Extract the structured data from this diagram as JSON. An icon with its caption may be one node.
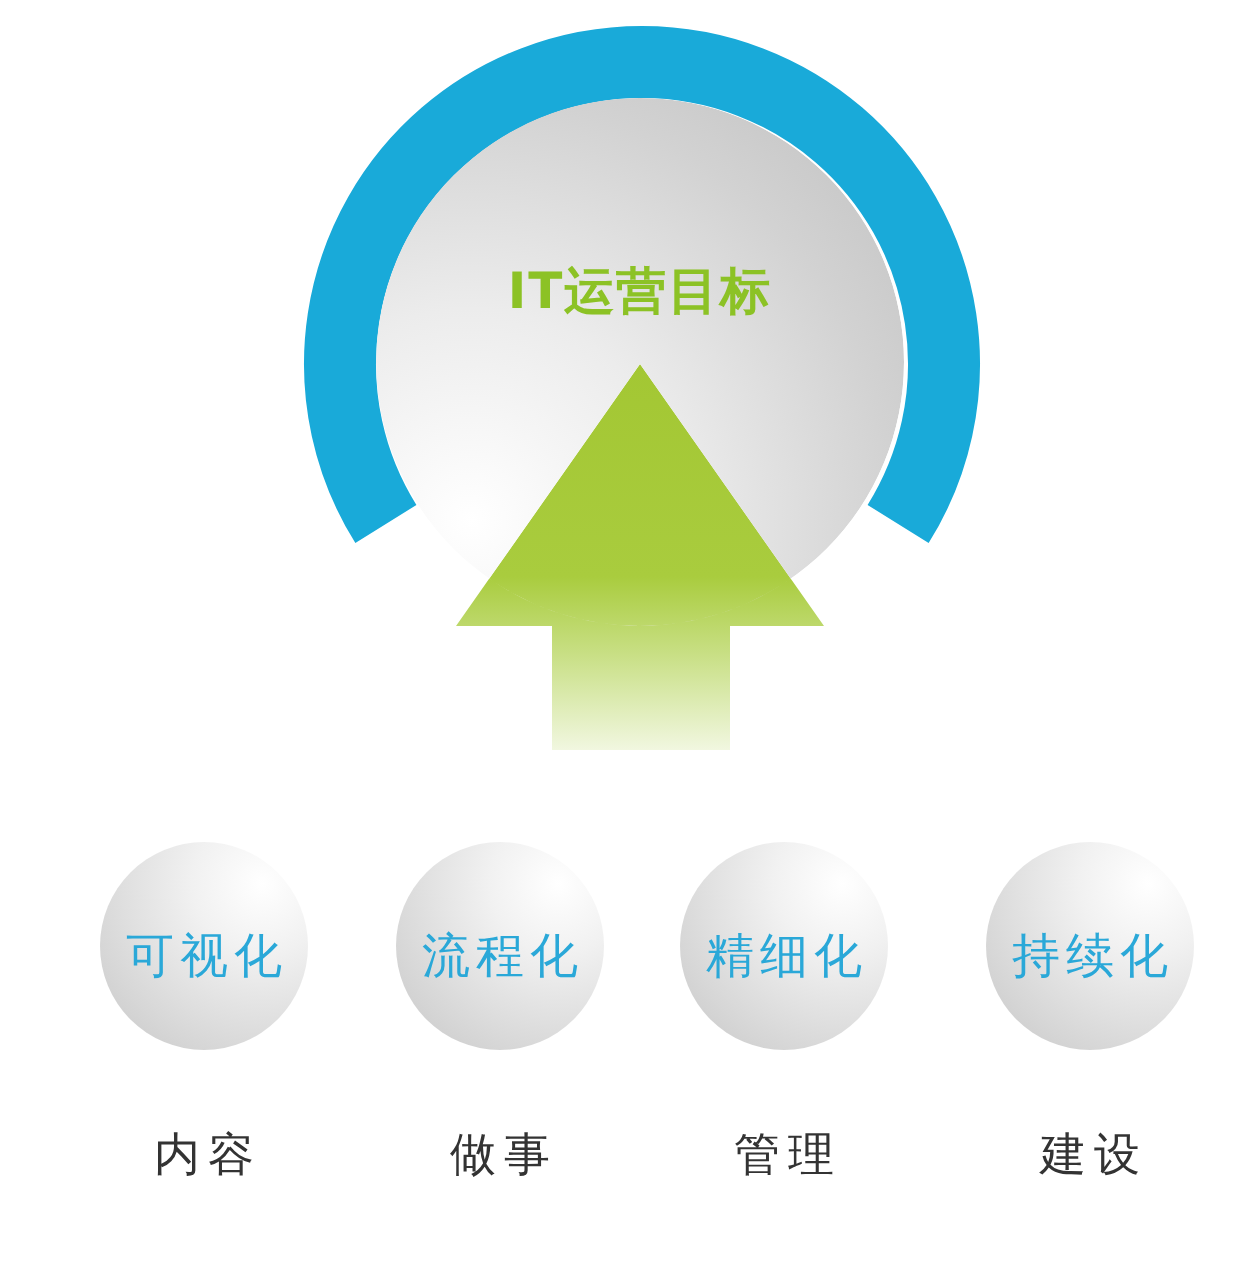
{
  "diagram": {
    "nodes": [
      {
        "text": [
          "IT运营目标"
        ]
      },
      {
        "text": [
          "可视化"
        ],
        "beside": [
          "内容"
        ]
      },
      {
        "text": [
          "流程化"
        ],
        "beside": [
          "做事"
        ]
      },
      {
        "text": [
          "精细化"
        ],
        "beside": [
          "管理"
        ]
      },
      {
        "text": [
          "持续化"
        ],
        "beside": [
          "建设"
        ]
      }
    ]
  }
}
